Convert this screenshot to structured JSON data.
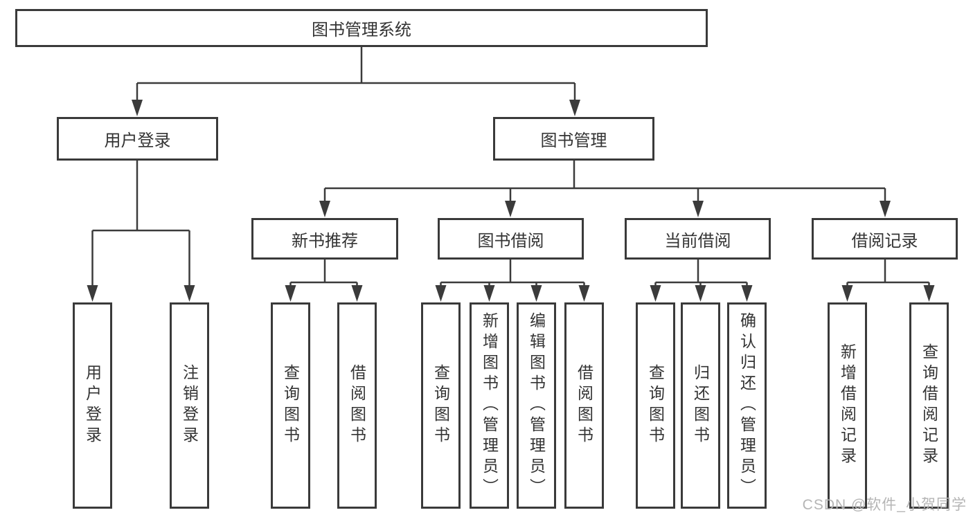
{
  "diagram": {
    "tree": {
      "label": "图书管理系统",
      "children": [
        {
          "label": "用户登录",
          "children": [
            {
              "label": "用户登录"
            },
            {
              "label": "注销登录"
            }
          ]
        },
        {
          "label": "图书管理",
          "children": [
            {
              "label": "新书推荐",
              "children": [
                {
                  "label": "查询图书"
                },
                {
                  "label": "借阅图书"
                }
              ]
            },
            {
              "label": "图书借阅",
              "children": [
                {
                  "label": "查询图书"
                },
                {
                  "label": "新增图书（管理员）"
                },
                {
                  "label": "编辑图书（管理员）"
                },
                {
                  "label": "借阅图书"
                }
              ]
            },
            {
              "label": "当前借阅",
              "children": [
                {
                  "label": "查询图书"
                },
                {
                  "label": "归还图书"
                },
                {
                  "label": "确认归还（管理员）"
                }
              ]
            },
            {
              "label": "借阅记录",
              "children": [
                {
                  "label": "新增借阅记录"
                },
                {
                  "label": "查询借阅记录"
                }
              ]
            }
          ]
        }
      ]
    },
    "watermark": "CSDN @软件_小贺同学",
    "colors": {
      "line": "#3b3b3b",
      "border": "#3a3a3a",
      "text": "#333333",
      "watermark": "#b5b5b5",
      "background": "#ffffff"
    }
  }
}
